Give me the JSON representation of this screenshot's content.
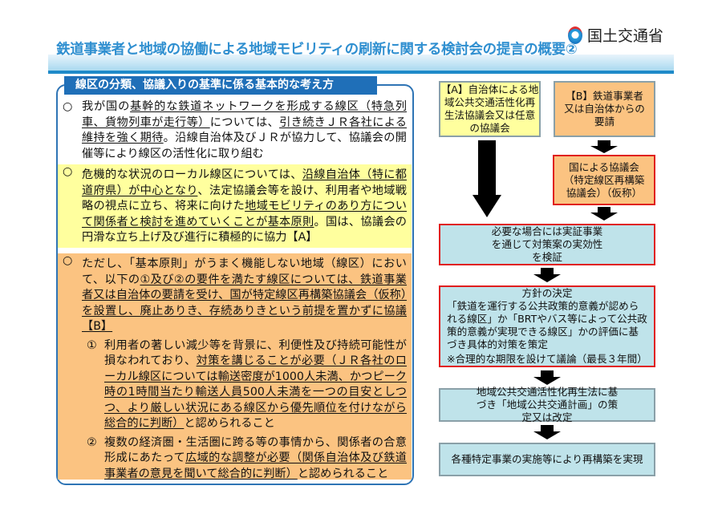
{
  "header": {
    "title": "鉄道事業者と地域の協働による地域モビリティの刷新に関する検討会の提言の概要②",
    "logo_text": "国土交通省"
  },
  "left": {
    "heading": "線区の分類、協議入りの基準に係る基本的な考え方",
    "bullet": "○",
    "p1": [
      {
        "t": " 我が国の"
      },
      {
        "t": "基幹的な鉄道ネットワークを形成する線区（特急列車、貨物列車が走行等）",
        "u": 1
      },
      {
        "t": "については、"
      },
      {
        "t": "引き続きＪＲ各社による維持を強く期待",
        "u": 1
      },
      {
        "t": "。沿線自治体及びＪＲが協力して、協議会の開催等により線区の活性化に取り組む"
      }
    ],
    "p2": [
      {
        "t": " 危機的な状況のローカル線区については、"
      },
      {
        "t": "沿線自治体（特に都道府県）が中心となり",
        "u": 1
      },
      {
        "t": "、法定協議会等を設け、利用者や地域戦略の視点に立ち、将来に向けた"
      },
      {
        "t": "地域モビリティのあり方について関係者と検討を進めていくことが基本原則",
        "u": 1
      },
      {
        "t": "。国は、協議会の円滑な立ち上げ及び進行に積極的に協力【A】"
      }
    ],
    "p3": [
      {
        "t": " ただし、「基本原則」がうまく機能しない地域（線区）において、以下の"
      },
      {
        "t": "①及び②の要件を満たす線区については、鉄道事業者又は自治体の要請を受け、国が特定線区再構築協議会（仮称）を設置し、廃止ありき、存続ありきという前提を置かずに協議【B】",
        "u": 1
      }
    ],
    "s1_num": "①",
    "s1": [
      {
        "t": "利用者の著しい減少等を背景に、利便性及び持続可能性が損なわれており、"
      },
      {
        "t": "対策を講じることが必要（ＪＲ各社のローカル線区については輸送密度が1000人未満、かつピーク時の1時間当たり輸送人員500人未満を一つの目安としつつ、より厳しい状況にある線区から優先順位を付けながら総合的に判断）",
        "u": 1
      },
      {
        "t": "と認められること"
      }
    ],
    "s2_num": "②",
    "s2": [
      {
        "t": "複数の経済圏・生活圏に跨る等の事情から、関係者の合意形成にあたって"
      },
      {
        "t": "広域的な調整が必要（関係自治体及び鉄道事業者の意見を聞いて総合的に判断）",
        "u": 1
      },
      {
        "t": "と認められること"
      }
    ]
  },
  "flow": {
    "a": "【A】自治体による地域公共交通活性化再生法協議会又は任意の協議会",
    "b": "【B】鉄道事業者又は自治体からの要請",
    "national": "国による協議会（特定線区再構築協議会）（仮称）",
    "verify": "必要な場合には実証事業を通じて対策案の実効性を検証",
    "policy_title": "方針の決定",
    "policy_body": "「鉄道を運行する公共政策的意義が認められる線区」か「BRTやバス等によって公共政策的意義が実現できる線区」かの評価に基づき具体的対策を策定",
    "policy_note": "※合理的な期限を設けて議論（最長３年間）",
    "plan": "地域公共交通活性化再生法に基づき「地域公共交通計画」の策定又は改定",
    "realize": "各種特定事業の実施等により再構築を実現"
  },
  "colors": {
    "title": "#2f8fd0",
    "heading_bg": "#1f6fb8",
    "yellow": "#ffff9e",
    "orange": "#fbc381",
    "cyan": "#bfe3ea",
    "red_border": "#e01e1e"
  }
}
